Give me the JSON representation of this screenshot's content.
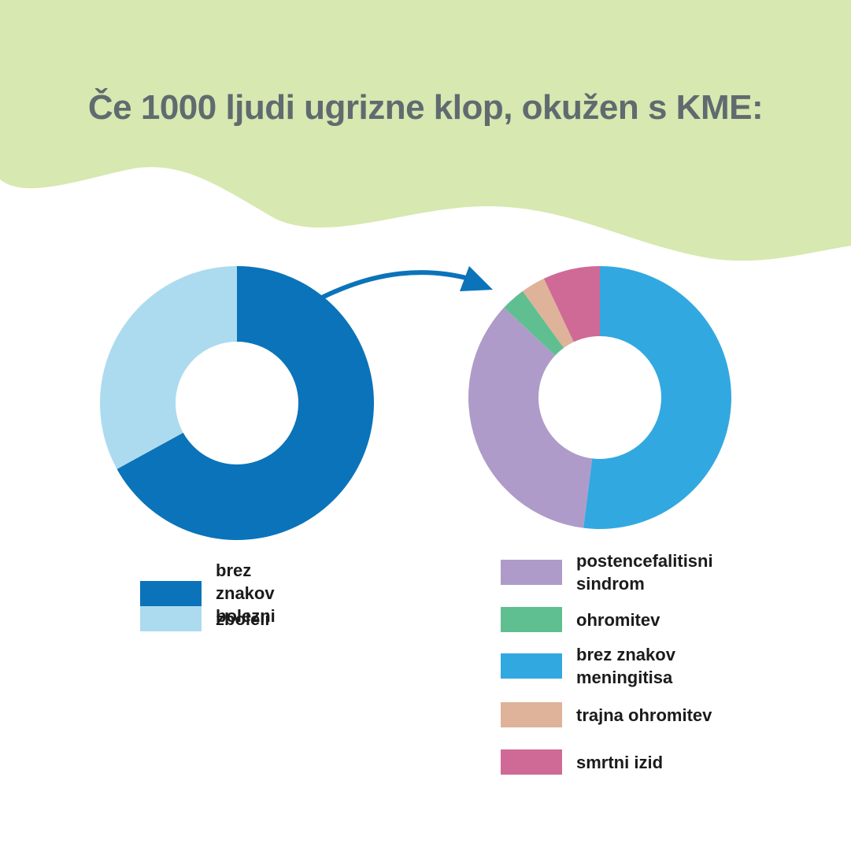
{
  "header": {
    "title": "Če 1000 ljudi ugrizne klop, okužen s KME:",
    "background_color": "#d7e8b0"
  },
  "arrow": {
    "icon": "curved-arrow-icon",
    "color": "#0b73b9"
  },
  "chart_data": [
    {
      "type": "pie",
      "donut": true,
      "title": "",
      "categories": [
        "brez znakov bolezni",
        "zboleli"
      ],
      "values": [
        670,
        330
      ],
      "colors": [
        "#0b73b9",
        "#acdbef"
      ],
      "legend_position": "bottom"
    },
    {
      "type": "pie",
      "donut": true,
      "title": "",
      "categories": [
        "brez znakov meningitisa",
        "postencefalitisni sindrom",
        "ohromitev",
        "trajna ohromitev",
        "smrtni izid"
      ],
      "values": [
        52,
        35,
        3,
        3,
        7
      ],
      "colors": [
        "#32a8e0",
        "#ae9bc9",
        "#5fbf90",
        "#dfb29a",
        "#cf6a96"
      ],
      "legend_position": "bottom"
    }
  ],
  "legend_left": [
    {
      "label": "brez znakov bolezni",
      "color": "#0b73b9"
    },
    {
      "label": "zboleli",
      "color": "#acdbef"
    }
  ],
  "legend_right": [
    {
      "label": "postencefalitisni\nsindrom",
      "color": "#ae9bc9"
    },
    {
      "label": "ohromitev",
      "color": "#5fbf90"
    },
    {
      "label": "brez znakov\nmeningitisa",
      "color": "#32a8e0"
    },
    {
      "label": "trajna ohromitev",
      "color": "#dfb29a"
    },
    {
      "label": "smrtni izid",
      "color": "#cf6a96"
    }
  ]
}
